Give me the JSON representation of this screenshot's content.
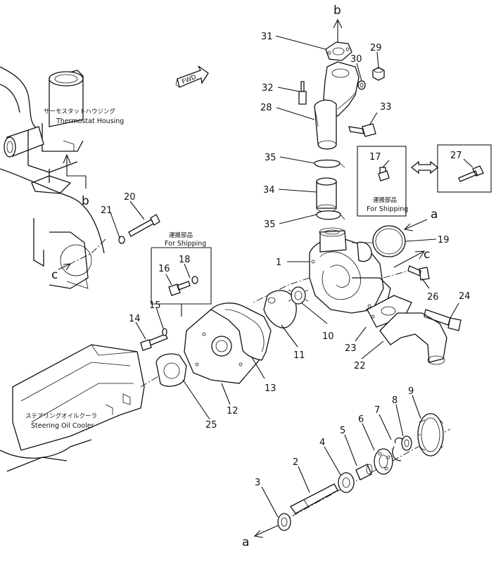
{
  "captions": {
    "thermostat_jp": "サーモスタットハウジング",
    "thermostat_en": "Thermostat Housing",
    "steering_jp": "ステアリングオイルクーラ",
    "steering_en": "Steering Oil Cooler",
    "shipping_jp_left": "運搬部品",
    "shipping_en_left": "For Shipping",
    "shipping_jp_right": "運搬部品",
    "shipping_en_right": "For Shipping",
    "fwd": "FWD"
  },
  "letters": {
    "b_top": "b",
    "b_left": "b",
    "c_left": "c",
    "c_right": "c",
    "a_right": "a",
    "a_bottom": "a"
  },
  "parts": {
    "p1": "1",
    "p2": "2",
    "p3": "3",
    "p4": "4",
    "p5": "5",
    "p6": "6",
    "p7": "7",
    "p8": "8",
    "p9": "9",
    "p10": "10",
    "p11": "11",
    "p12": "12",
    "p13": "13",
    "p14": "14",
    "p15": "15",
    "p16": "16",
    "p17": "17",
    "p18": "18",
    "p19": "19",
    "p20": "20",
    "p21": "21",
    "p22": "22",
    "p23": "23",
    "p24": "24",
    "p25": "25",
    "p26": "26",
    "p27": "27",
    "p28": "28",
    "p29": "29",
    "p30": "30",
    "p31": "31",
    "p32": "32",
    "p33": "33",
    "p34": "34",
    "p35a": "35",
    "p35b": "35"
  }
}
